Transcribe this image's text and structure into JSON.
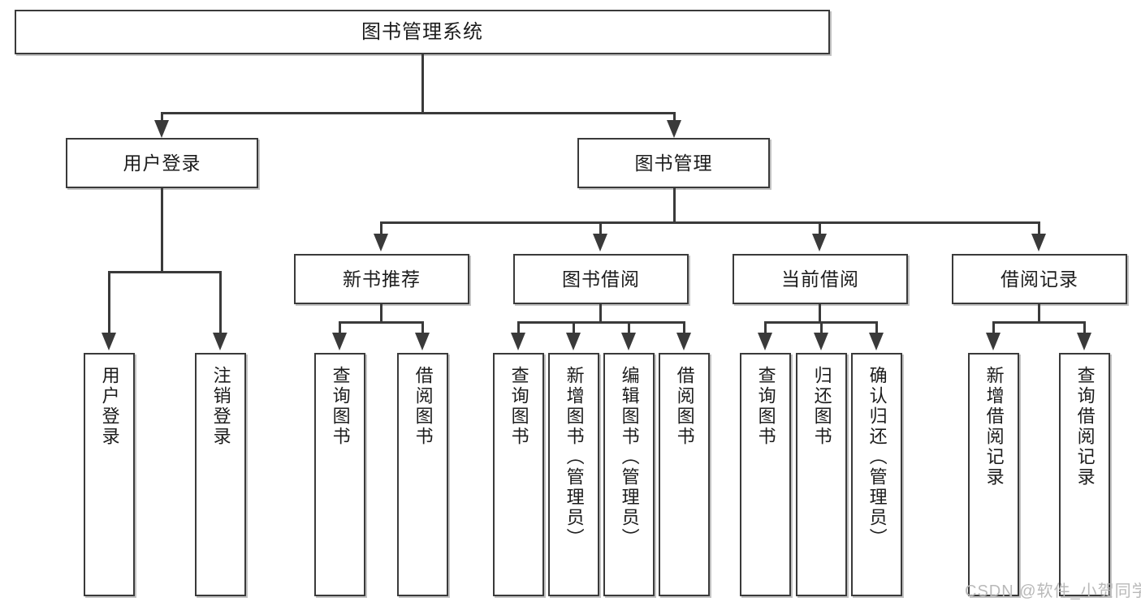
{
  "diagram": {
    "type": "tree-hierarchy-chart",
    "title": "图书管理系统",
    "background_color": "#ffffff",
    "line_color": "#3a3a3a",
    "box_fill": "#ffffff"
  },
  "root": {
    "label": "图书管理系统"
  },
  "level2": [
    {
      "label": "用户登录"
    },
    {
      "label": "图书管理"
    }
  ],
  "level3": [
    {
      "label": "新书推荐"
    },
    {
      "label": "图书借阅"
    },
    {
      "label": "当前借阅"
    },
    {
      "label": "借阅记录"
    }
  ],
  "leaves": {
    "user_login": [
      {
        "label": "用户登录"
      },
      {
        "label": "注销登录"
      }
    ],
    "new_book_recommend": [
      {
        "label": "查询图书"
      },
      {
        "label": "借阅图书"
      }
    ],
    "book_borrow": [
      {
        "label": "查询图书"
      },
      {
        "label": "新增图书（管理员）"
      },
      {
        "label": "编辑图书（管理员）"
      },
      {
        "label": "借阅图书"
      }
    ],
    "current_borrow": [
      {
        "label": "查询图书"
      },
      {
        "label": "归还图书"
      },
      {
        "label": "确认归还（管理员）"
      }
    ],
    "borrow_record": [
      {
        "label": "新增借阅记录"
      },
      {
        "label": "查询借阅记录"
      }
    ]
  },
  "watermark": {
    "text": "CSDN @软件_小贺同学",
    "color": "#b9b9b9"
  }
}
